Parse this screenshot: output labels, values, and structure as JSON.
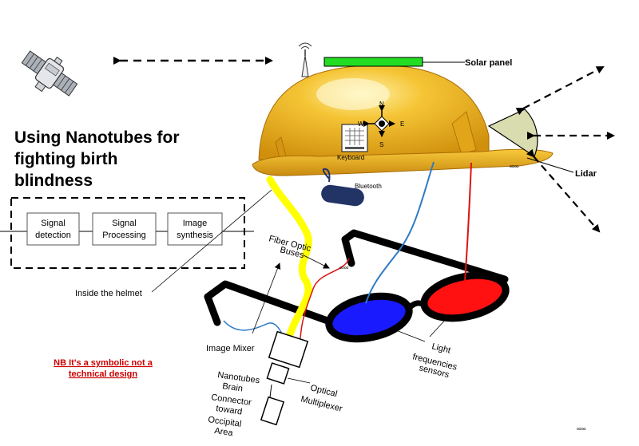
{
  "title": {
    "line1": "Using Nanotubes for",
    "line2": "fighting birth",
    "line3": "blindness"
  },
  "process_blocks": [
    {
      "line1": "Signal",
      "line2": "detection"
    },
    {
      "line1": "Signal",
      "line2": "Processing"
    },
    {
      "line1": "Image",
      "line2": "synthesis"
    }
  ],
  "labels": {
    "solar_panel": "Solar panel",
    "lidar": "Lidar",
    "bluetooth": "Bluetooth",
    "keyboard": "Keyboard",
    "inside_helmet": "Inside the helmet",
    "fiber_optic": {
      "line1": "Fiber Optic",
      "line2": "Buses"
    },
    "image_mixer": "Image Mixer",
    "optical_multiplexer": {
      "line1": "Optical",
      "line2": "Multiplexer"
    },
    "light_sensors": {
      "line1": "Light",
      "line2": "frequencies",
      "line3": "sensors"
    },
    "nanotubes": {
      "line1": "Nanotubes",
      "line2": "Brain",
      "line3": "Connector",
      "line4": "toward",
      "line5": "Occipital",
      "line6": "Area"
    }
  },
  "compass": {
    "n": "N",
    "s": "S",
    "e": "E",
    "w": "W"
  },
  "note": {
    "line1": "NB It's a symbolic not a",
    "line2": "technical design"
  },
  "colors": {
    "helmet": "#f2b827",
    "helmet_dark": "#c98a10",
    "solar": "#22dd22",
    "lidar": "#d8dcae",
    "yellow_cable": "#ffff00",
    "blue_cable": "#2e7bc4",
    "red_cable": "#dd1111",
    "lens_blue": "#1a1aff",
    "lens_red": "#ff1111",
    "bluetooth": "#223366",
    "note": "#cc0000"
  }
}
